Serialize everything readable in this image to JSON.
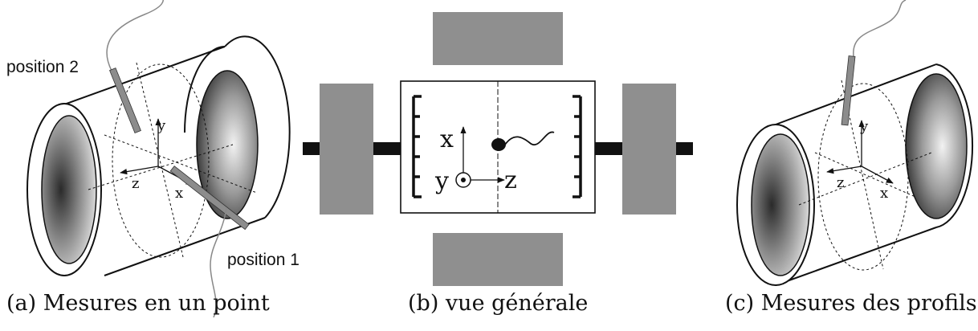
{
  "panels": {
    "a": {
      "caption": "(a) Mesures en un point",
      "label_position2": "position 2",
      "label_position1": "position 1",
      "axis_y": "y",
      "axis_z": "z",
      "axis_x": "x"
    },
    "b": {
      "caption": "(b) vue générale",
      "axis_x": "x",
      "axis_y": "y",
      "axis_z": "z"
    },
    "c": {
      "caption": "(c) Mesures des profils",
      "axis_y": "y",
      "axis_z": "z",
      "axis_x": "x"
    }
  },
  "colors": {
    "magnet_gray": "#8f8f8f",
    "line": "#111111",
    "probe_gray": "#8c8c8c"
  }
}
